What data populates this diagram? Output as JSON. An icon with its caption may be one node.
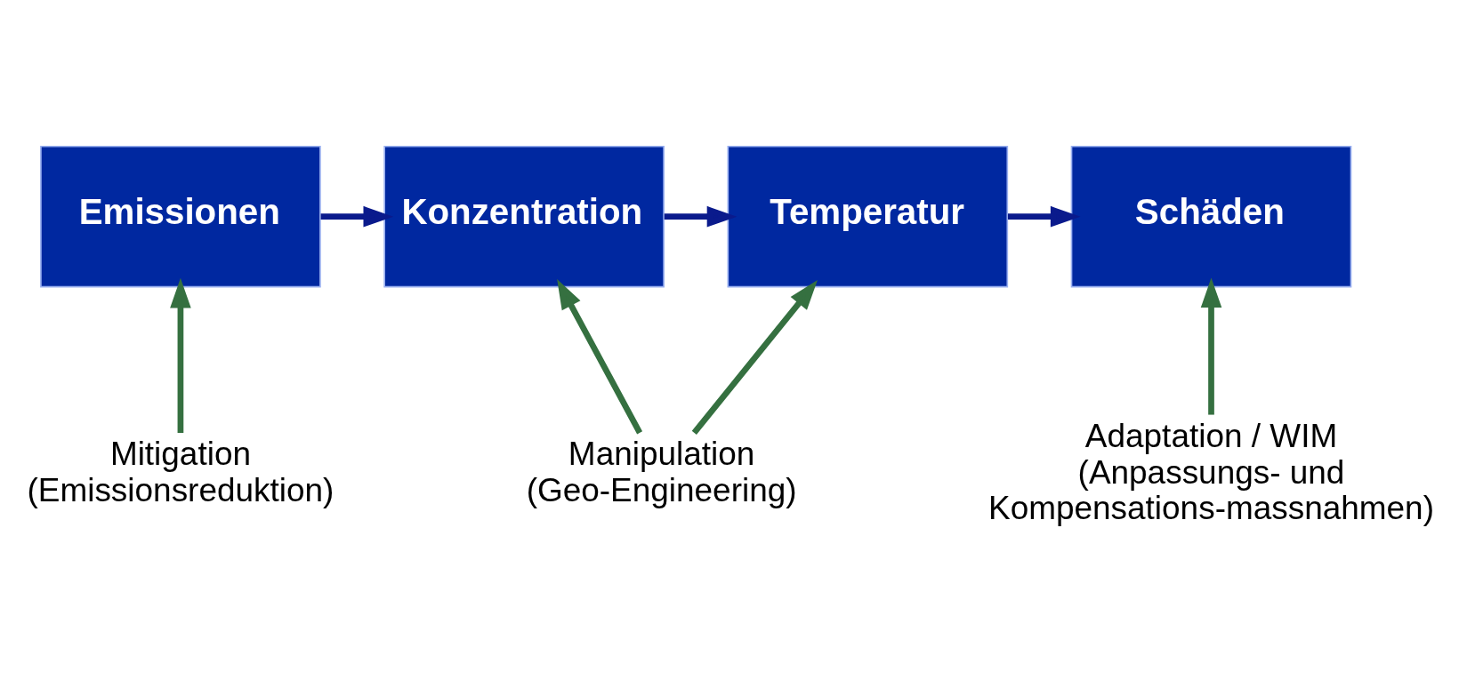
{
  "diagram": {
    "nodes": [
      {
        "text": [
          "Emissionen"
        ]
      },
      {
        "text": [
          "Konzentration"
        ]
      },
      {
        "text": [
          "Temperatur"
        ]
      },
      {
        "text": [
          "Schäden"
        ]
      },
      {
        "text": [
          "Mitigation (Emissionsreduktion)"
        ]
      },
      {
        "text": [
          "Manipulation (Geo-Engineering)"
        ]
      },
      {
        "text": [
          "Adaptation / WIM (Anpassungs- und Kompensations-massnahmen)"
        ]
      }
    ],
    "edges": [
      {
        "from": 0,
        "to": 1,
        "arrow": "to"
      },
      {
        "from": 1,
        "to": 2,
        "arrow": "to"
      },
      {
        "from": 2,
        "to": 3,
        "arrow": "to"
      },
      {
        "from": 4,
        "to": 0,
        "arrow": "to",
        "color": "#357040"
      },
      {
        "from": 5,
        "to": 1,
        "arrow": "to",
        "color": "#357040"
      },
      {
        "from": 5,
        "to": 2,
        "arrow": "to",
        "color": "#357040"
      },
      {
        "from": 6,
        "to": 3,
        "arrow": "to",
        "color": "#357040"
      }
    ]
  }
}
